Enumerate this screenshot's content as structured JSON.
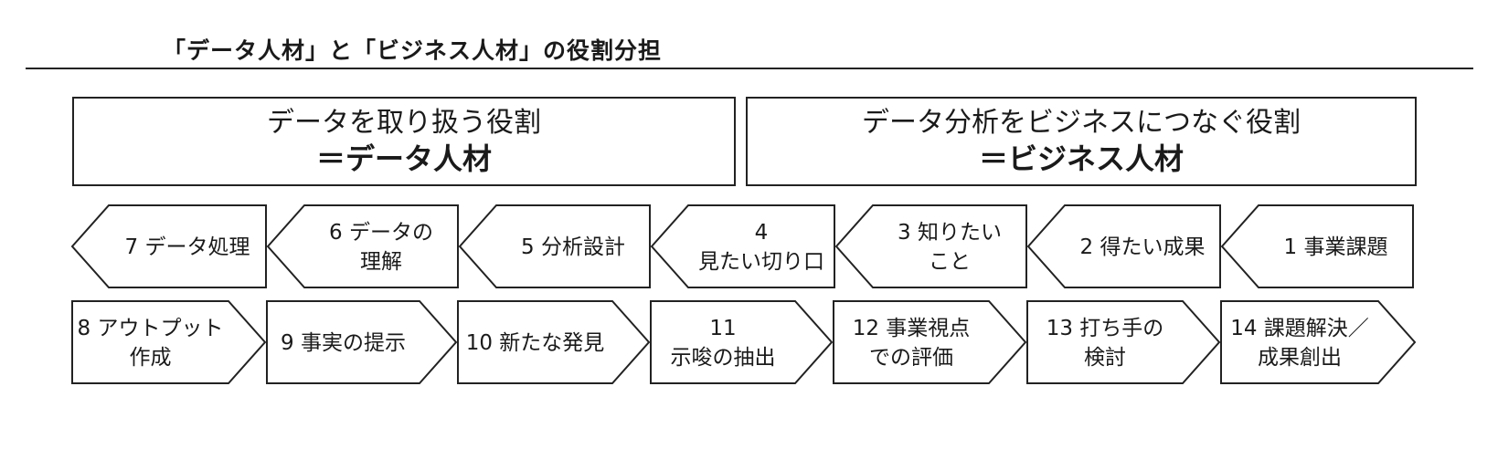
{
  "title": "「データ人材」と「ビジネス人材」の役割分担",
  "roles": {
    "data": {
      "line1": "データを取り扱う役割",
      "line2": "＝データ人材"
    },
    "business": {
      "line1": "データ分析をビジネスにつなぐ役割",
      "line2": "＝ビジネス人材"
    }
  },
  "steps": [
    {
      "label": [
        "1 事業課題"
      ]
    },
    {
      "label": [
        "2 得たい成果"
      ]
    },
    {
      "label": [
        "3 知りたい",
        "こと"
      ]
    },
    {
      "label": [
        "4",
        "見たい切り口"
      ]
    },
    {
      "label": [
        "5 分析設計"
      ]
    },
    {
      "label": [
        "6 データの",
        "理解"
      ]
    },
    {
      "label": [
        "7 データ処理"
      ]
    },
    {
      "label": [
        "8 アウトプット",
        "作成"
      ]
    },
    {
      "label": [
        "9 事実の提示"
      ]
    },
    {
      "label": [
        "10 新たな発見"
      ]
    },
    {
      "label": [
        "11",
        "示唆の抽出"
      ]
    },
    {
      "label": [
        "12 事業視点",
        "での評価"
      ]
    },
    {
      "label": [
        "13 打ち手の",
        "検討"
      ]
    },
    {
      "label": [
        "14 課題解決／",
        "成果創出"
      ]
    }
  ]
}
